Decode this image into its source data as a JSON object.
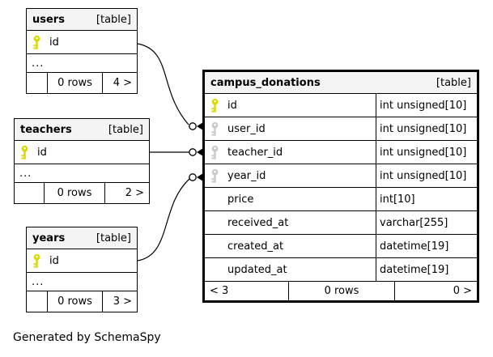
{
  "caption": "Generated by SchemaSpy",
  "colors": {
    "primary_key": "#d9d900",
    "foreign_key": "#c9c9c9",
    "header_bg": "#f4f4f4",
    "border": "#000000"
  },
  "tables": {
    "users": {
      "name": "users",
      "tag": "[table]",
      "columns": [
        {
          "name": "id",
          "key": "primary"
        }
      ],
      "more_columns": "...",
      "footer": {
        "related_left": "",
        "rows": "0 rows",
        "related_right": "4 >"
      }
    },
    "teachers": {
      "name": "teachers",
      "tag": "[table]",
      "columns": [
        {
          "name": "id",
          "key": "primary"
        }
      ],
      "more_columns": "...",
      "footer": {
        "related_left": "",
        "rows": "0 rows",
        "related_right": "2 >"
      }
    },
    "years": {
      "name": "years",
      "tag": "[table]",
      "columns": [
        {
          "name": "id",
          "key": "primary"
        }
      ],
      "more_columns": "...",
      "footer": {
        "related_left": "",
        "rows": "0 rows",
        "related_right": "3 >"
      }
    },
    "campus_donations": {
      "name": "campus_donations",
      "tag": "[table]",
      "columns": [
        {
          "name": "id",
          "type": "int unsigned[10]",
          "key": "primary"
        },
        {
          "name": "user_id",
          "type": "int unsigned[10]",
          "key": "foreign"
        },
        {
          "name": "teacher_id",
          "type": "int unsigned[10]",
          "key": "foreign"
        },
        {
          "name": "year_id",
          "type": "int unsigned[10]",
          "key": "foreign"
        },
        {
          "name": "price",
          "type": "int[10]",
          "key": "none"
        },
        {
          "name": "received_at",
          "type": "varchar[255]",
          "key": "none"
        },
        {
          "name": "created_at",
          "type": "datetime[19]",
          "key": "none"
        },
        {
          "name": "updated_at",
          "type": "datetime[19]",
          "key": "none"
        }
      ],
      "footer": {
        "related_left": "< 3",
        "rows": "0 rows",
        "related_right": "0 >"
      }
    }
  },
  "relationships": [
    {
      "from": "users.id",
      "to": "campus_donations.user_id"
    },
    {
      "from": "teachers.id",
      "to": "campus_donations.teacher_id"
    },
    {
      "from": "years.id",
      "to": "campus_donations.year_id"
    }
  ]
}
